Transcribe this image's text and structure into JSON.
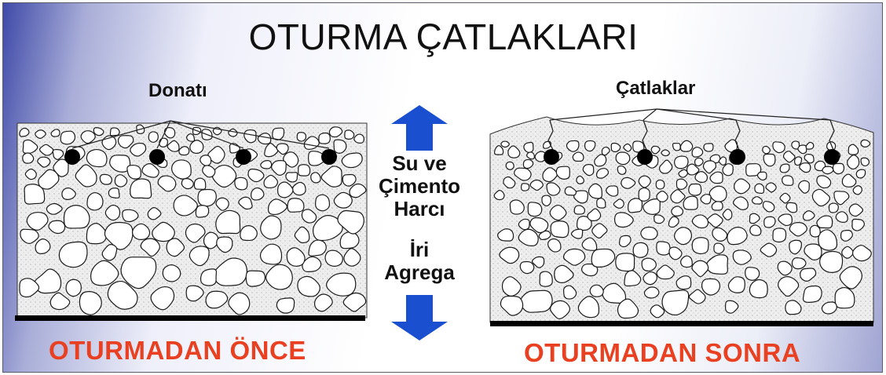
{
  "title": "OTURMA ÇATLAKLARI",
  "left": {
    "callout": "Donatı",
    "caption": "OTURMADAN ÖNCE"
  },
  "right": {
    "callout": "Çatlaklar",
    "caption": "OTURMADAN SONRA"
  },
  "center": {
    "top_lines": [
      "Su ve",
      "Çimento",
      "Harcı"
    ],
    "bottom_lines": [
      "İri",
      "Agrega"
    ]
  },
  "colors": {
    "caption": "#e84020",
    "arrow": "#1a4fd0",
    "concrete_fill": "#ececec"
  },
  "icons": {
    "up_arrow": "up-arrow-icon",
    "down_arrow": "down-arrow-icon",
    "rebar": "rebar-dot"
  }
}
